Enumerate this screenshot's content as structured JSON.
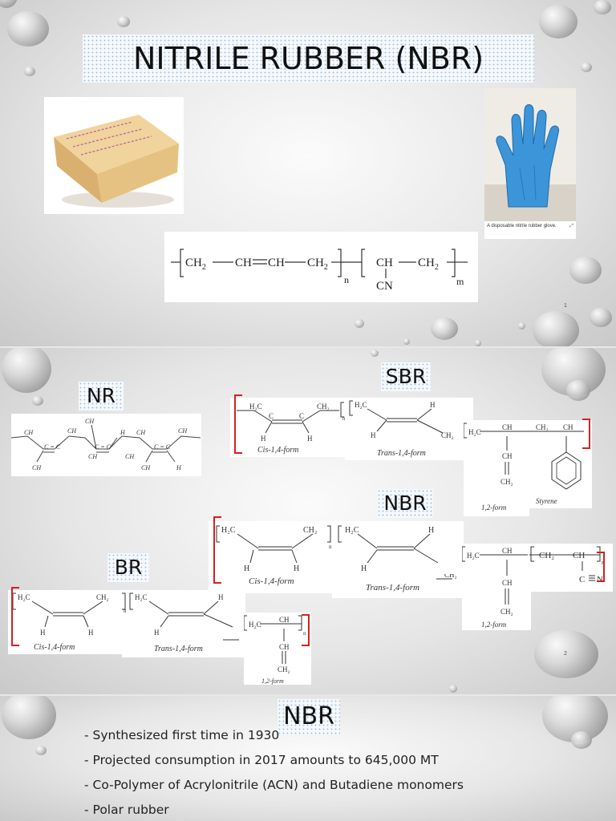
{
  "slide1": {
    "title": "NITRILE RUBBER (NBR)",
    "glove_caption": "A disposable nitrile rubber glove.",
    "formula": {
      "ch2_a": "CH",
      "ch": "CH",
      "ch_b": "CH",
      "ch2_b": "CH",
      "sub2": "2",
      "n": "n",
      "ch_c": "CH",
      "ch2_c": "CH",
      "cn": "CN",
      "m": "m"
    },
    "page_number": "1"
  },
  "slide2": {
    "labels": {
      "nr": "NR",
      "sbr": "SBR",
      "nbr": "NBR",
      "br": "BR"
    },
    "forms": {
      "cis": "Cis-1,4-form",
      "trans": "Trans-1,4-form",
      "vinyl": "1,2-form",
      "styrene": "Styrene"
    },
    "page_number": "2"
  },
  "slide3": {
    "title": "NBR",
    "bullets": [
      "- Synthesized first time in 1930",
      "- Projected consumption in 2017 amounts to 645,000 MT",
      "- Co-Polymer of Acrylonitrile (ACN) and Butadiene monomers",
      "-   Polar rubber"
    ]
  },
  "colors": {
    "bracket_red": "#d32222",
    "glove_blue": "#3c95d8",
    "sponge_tan": "#e8c58a",
    "title_dots": "#a9c3de"
  }
}
